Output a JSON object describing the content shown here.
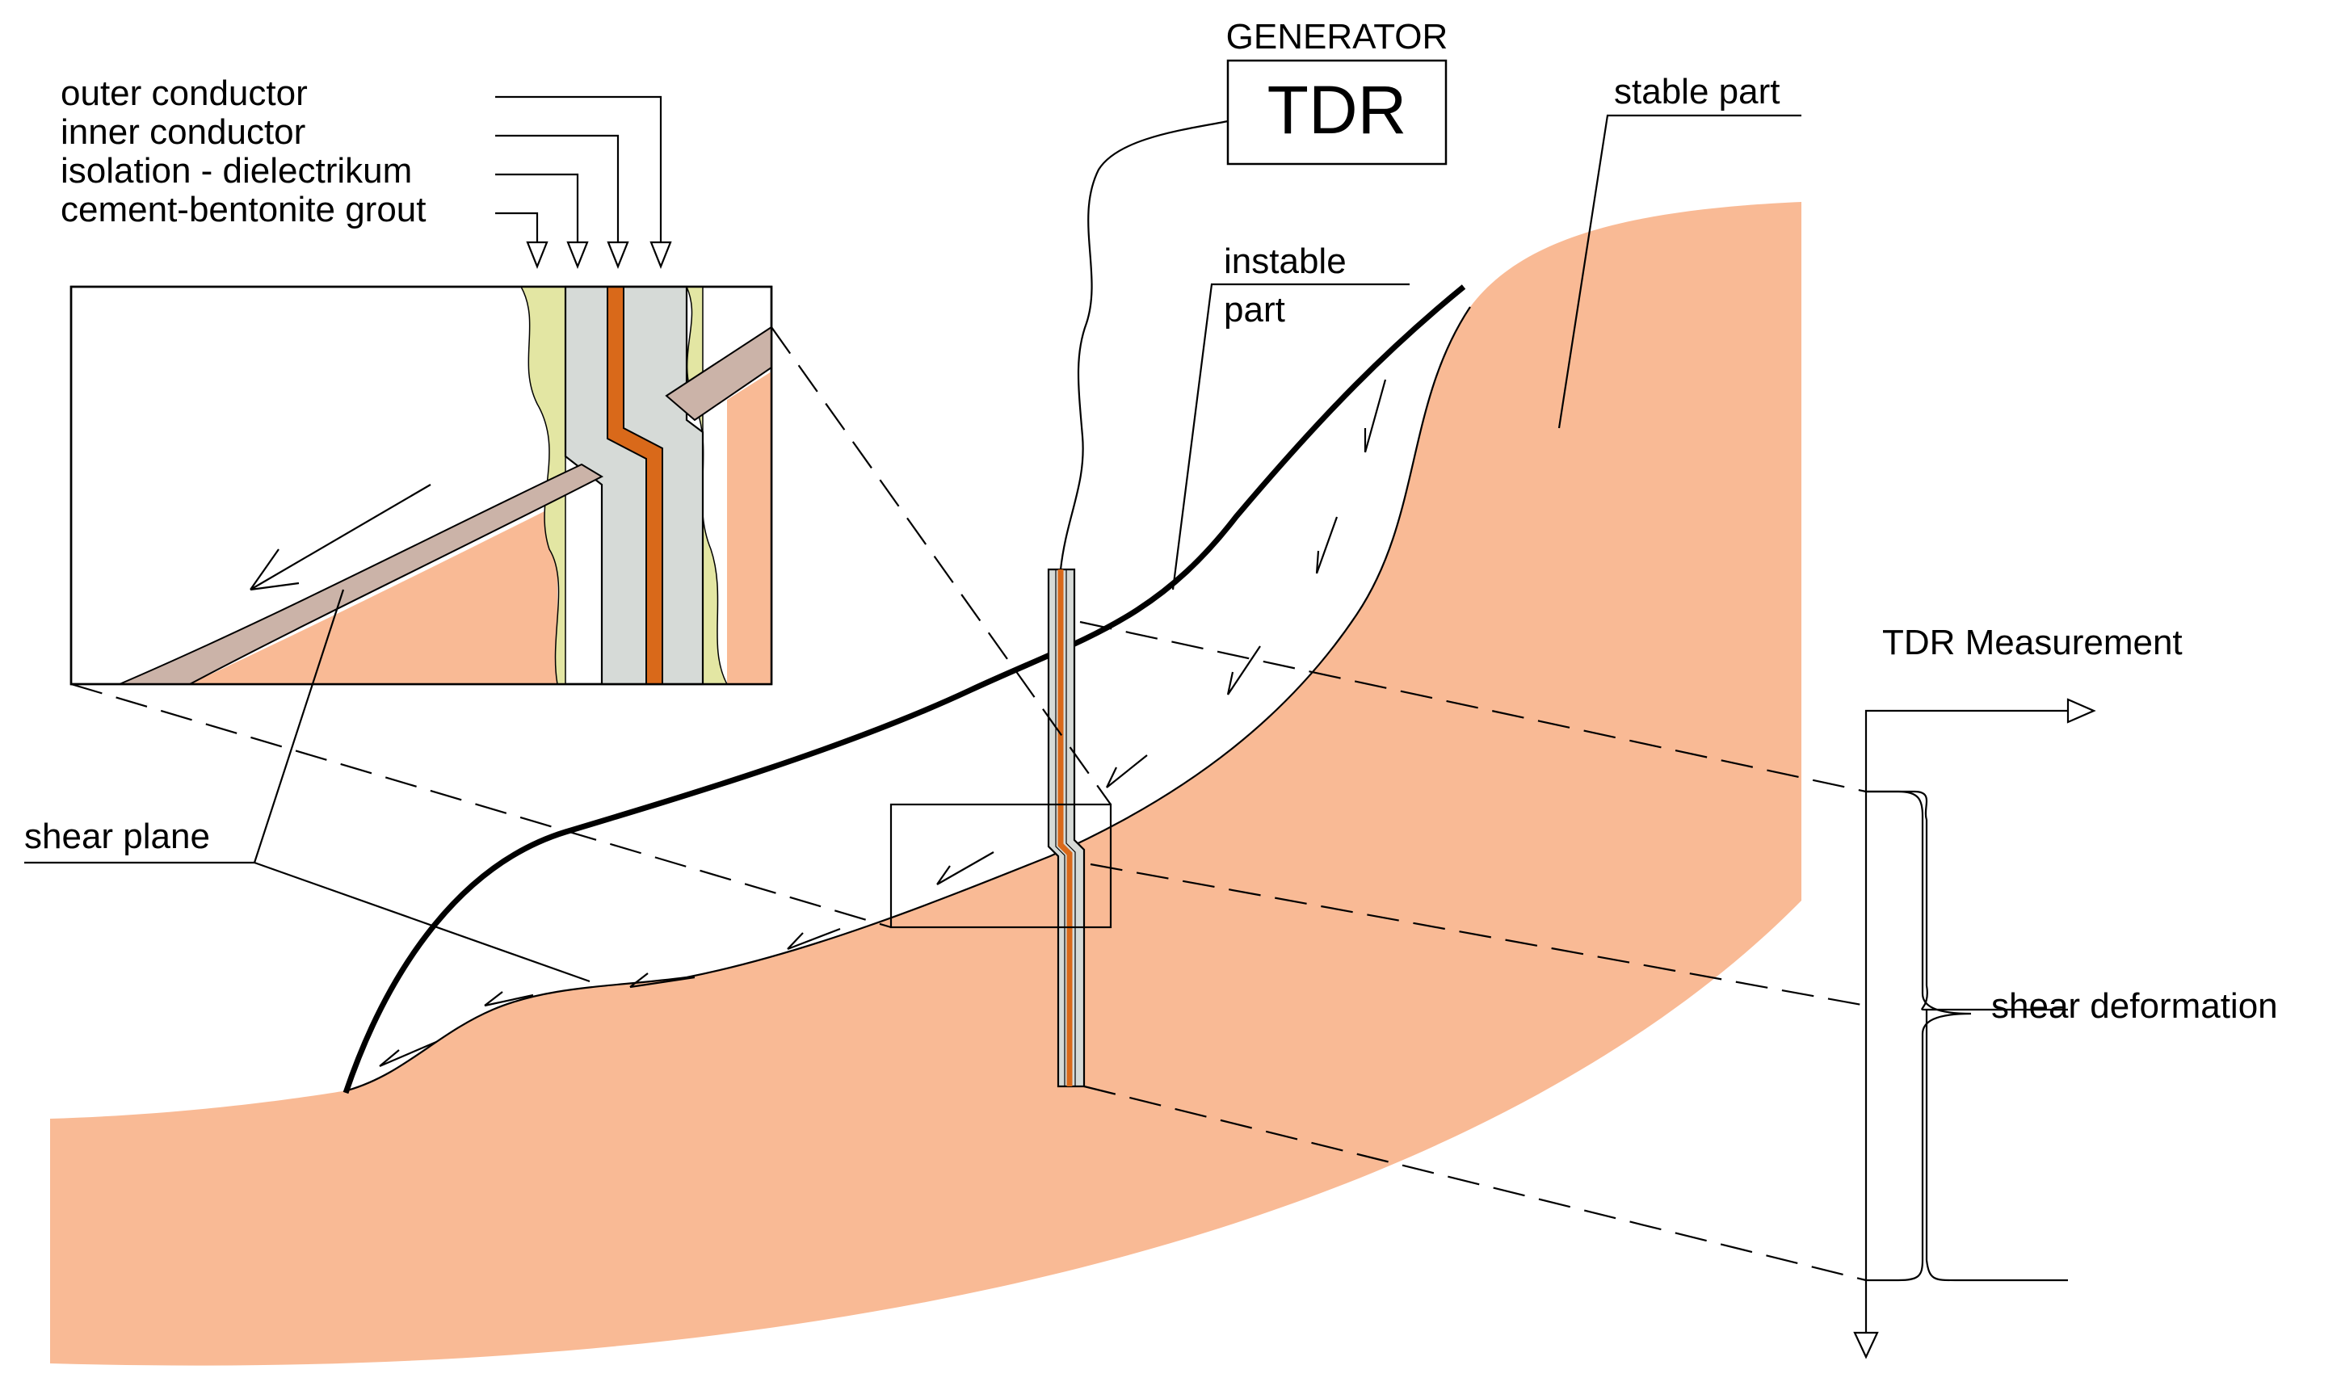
{
  "labels": {
    "outer_conductor": "outer conductor",
    "inner_conductor": "inner conductor",
    "isolation": "isolation - dielectrikum",
    "grout": "cement-bentonite grout",
    "generator": "GENERATOR",
    "tdr": "TDR",
    "stable_part": "stable part",
    "instable_line1": "instable",
    "instable_line2": "part",
    "shear_plane": "shear plane",
    "tdr_measurement": "TDR Measurement",
    "shear_deformation": "shear deformation"
  },
  "colors": {
    "soil": "#F9BA95",
    "grout": "#E3E6A3",
    "cable": "#D6DAD7",
    "inner_conductor": "#D9691A",
    "shear_band": "#CBB3A8",
    "line": "#000000"
  }
}
